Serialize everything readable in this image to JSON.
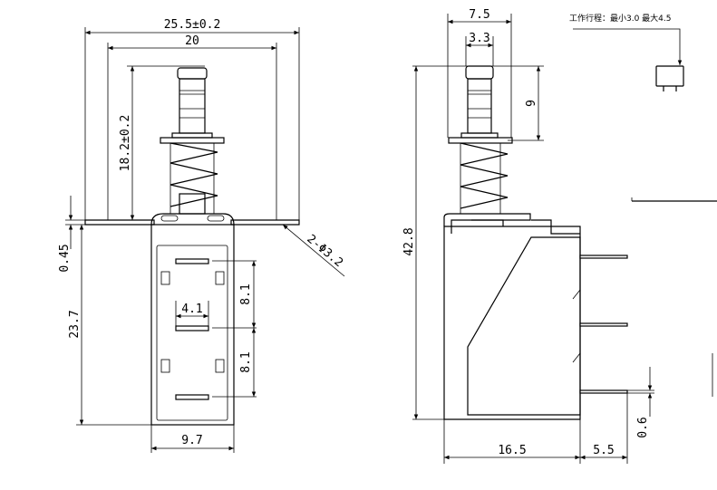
{
  "front_view": {
    "width_overall": "25.5±0.2",
    "hole_spacing": "20",
    "stroke_height": "18.2±0.2",
    "flange_thickness": "0.45",
    "body_height": "23.7",
    "hole_spec": "2-Φ3.2",
    "pin_spacing_top": "8.1",
    "pin_spacing_bottom": "8.1",
    "pin_width": "4.1",
    "body_width": "9.7"
  },
  "side_view": {
    "plunger_width": "7.5",
    "plunger_tip": "3.3",
    "plunger_height": "9",
    "total_height": "42.8",
    "depth": "16.5",
    "pin_length": "5.5",
    "pin_thickness": "0.6"
  },
  "travel_note": "工作行程：最小3.0 最大4.5"
}
